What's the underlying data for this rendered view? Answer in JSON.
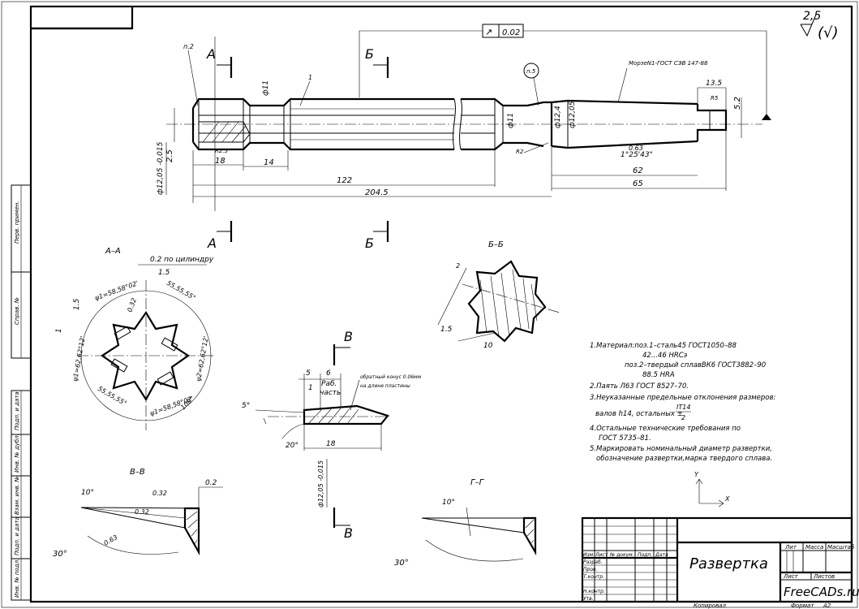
{
  "roughness": {
    "value": "2,5",
    "paren": "(√)"
  },
  "tolerance_frame": {
    "symbol": "↗",
    "value": "0.02"
  },
  "section_marks": {
    "a": "А",
    "b": "Б",
    "v": "В"
  },
  "views": {
    "section_aa": "А–А",
    "section_bb": "Б–Б",
    "section_vv": "В–В",
    "section_gg": "Г–Г"
  },
  "main_view": {
    "dims": {
      "d11a": "ф11",
      "d11b": "ф11",
      "d124": "ф12,4",
      "d1205a": "ф12,05",
      "d1205b": "ф12,05 -0,015",
      "l18": "18",
      "l14": "14",
      "l122": "122",
      "l2045": "204.5",
      "l62": "62",
      "l65": "65",
      "l135": "13.5",
      "l52": "5.2",
      "l25": "2.5",
      "angle1": "1°25'43\"",
      "val063": "0.63"
    },
    "labels": {
      "r2a": "п.2",
      "r25": "R2.5",
      "r2b": "R2",
      "r5": "R5",
      "pos1": "1",
      "circle_label": "п.5",
      "morse": "МорзеN1-ГОСТ СЭВ 147-88"
    }
  },
  "section_aa": {
    "cyl_note": "0.2 по цилиндру",
    "d15": "1.5",
    "v15": "1.5",
    "v1": "1",
    "v032": "0.32",
    "ang_top": "ψ1=58,58°02'",
    "ang_right1": "55,55,55°",
    "ang_right2": "ψ2=62,62°12'",
    "ang_left": "ψ1=62,62°12'",
    "ang_bottom": "ψ1=58,58°02'",
    "ang_bottom2": "55,55,55°",
    "ang_b100": "100°"
  },
  "section_bb": {
    "d15": "1.5",
    "d10": "10",
    "d2": "2"
  },
  "section_center": {
    "d5": "5",
    "d6": "6",
    "d1": "1",
    "rab": "Раб.",
    "chast": "часть",
    "note1": "обратный конус 0.06мм",
    "note2": "на длине пластины",
    "a5": "5°",
    "a20": "20°",
    "d18": "18",
    "dia": "ф12,05 -0,015"
  },
  "section_vv": {
    "a10": "10°",
    "a30": "30°",
    "v032a": "0.32",
    "v032b": "0.32",
    "v063": "0.63",
    "v02": "0.2"
  },
  "section_gg": {
    "a10": "10°",
    "a30": "30°"
  },
  "axes": {
    "y": "Y",
    "x": "X"
  },
  "notes": [
    "1.Материал:поз.1–сталь45 ГОСТ1050–88",
    "42...46 HRCэ",
    "поз.2–твердый сплавВК6 ГОСТ3882–90",
    "88.5 HRA",
    "2.Паять  Л63 ГОСТ 8527–70.",
    "3.Неуказанные предельные отклонения размеров:",
    "валов h14, остальных ±",
    "IT14",
    "2",
    "4.Остальные технические требования по",
    "ГОСТ 5735–81.",
    "5.Маркировать номинальный диаметр развертки,",
    "обозначение развертки,марка твердого сплава."
  ],
  "title_block": {
    "title": "Развертка",
    "site": "FreeCADs.ru",
    "lit": "Лит",
    "massa": "Масса",
    "masshtab": "Масштаб",
    "list": "Лист",
    "listov": "Листов",
    "izm": "Изм",
    "list2": "Лист",
    "ndokum": "№ докум.",
    "podp": "Подп.",
    "data": "Дата",
    "razrab": "Разраб.",
    "prov": "Пров.",
    "tkontr": "Т.контр.",
    "nkontr": "Н.контр.",
    "utv": "Утв.",
    "kopiroval": "Копировал",
    "format": "Формат",
    "format_val": "А2"
  },
  "side_strip": {
    "perv": "Перв. примен.",
    "sprav": "Справ. №",
    "podp_data1": "Подп. и дата",
    "inv_dubl": "Инв. № дубл.",
    "vzam": "Взам. инв. №",
    "podp_data2": "Подп. и дата",
    "inv_podl": "Инв. № подл."
  }
}
